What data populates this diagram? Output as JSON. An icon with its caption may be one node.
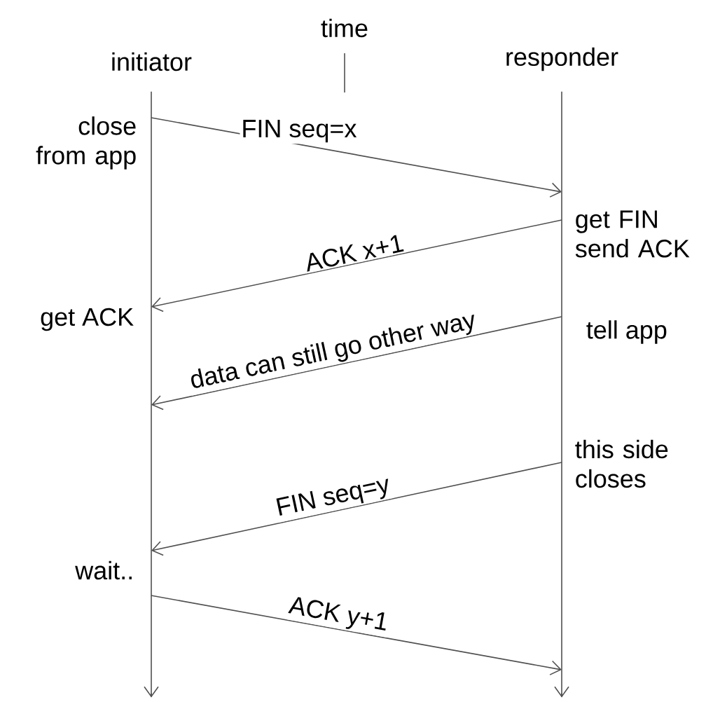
{
  "diagram": {
    "nodes": [
      {
        "text": [
          "initiator"
        ]
      },
      {
        "text": [
          "responder"
        ]
      }
    ],
    "edges": [
      {
        "from": 0,
        "to": 1,
        "arrow": "to",
        "label": "FIN seq=x"
      },
      {
        "from": 1,
        "to": 0,
        "arrow": "to",
        "label": "ACK x+1"
      },
      {
        "from": 1,
        "to": 0,
        "arrow": "to",
        "label": "data can still go other way"
      },
      {
        "from": 1,
        "to": 0,
        "arrow": "to",
        "label": "FIN seq=y"
      },
      {
        "from": 0,
        "to": 1,
        "arrow": "to",
        "label": "ACK y+1"
      }
    ],
    "labels": [
      "time",
      "close from app",
      "get FIN send ACK",
      "get ACK",
      "tell app",
      "this side closes",
      "wait.."
    ]
  }
}
